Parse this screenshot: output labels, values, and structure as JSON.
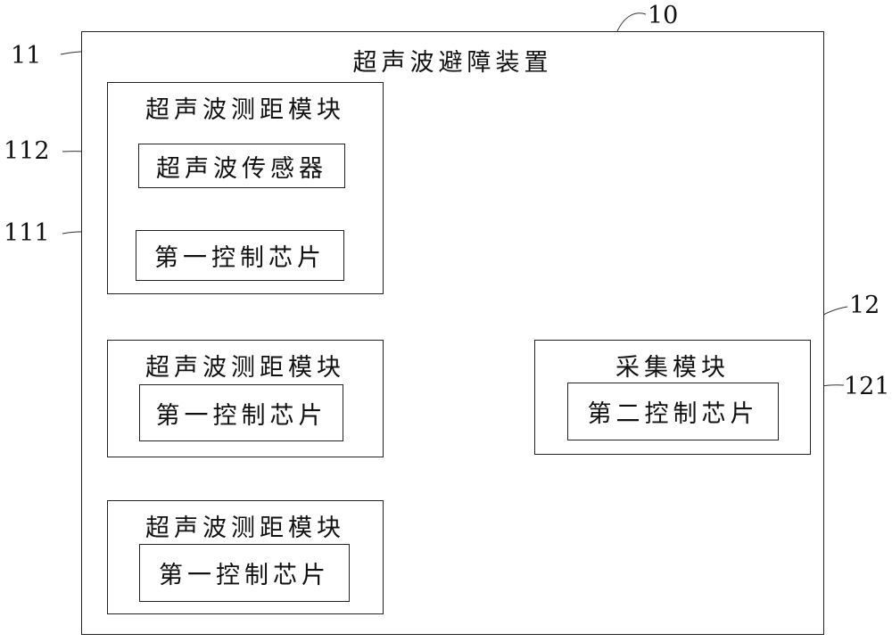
{
  "device": {
    "title": "超声波避障装置",
    "ref": "10"
  },
  "ranging_modules": [
    {
      "title": "超声波测距模块",
      "ref": "11",
      "sensor": {
        "label": "超声波传感器",
        "ref": "112"
      },
      "chip": {
        "label": "第一控制芯片",
        "ref": "111"
      }
    },
    {
      "title": "超声波测距模块",
      "chip": {
        "label": "第一控制芯片"
      }
    },
    {
      "title": "超声波测距模块",
      "chip": {
        "label": "第一控制芯片"
      }
    }
  ],
  "acquisition_module": {
    "title": "采集模块",
    "ref": "12",
    "chip": {
      "label": "第二控制芯片",
      "ref": "121"
    }
  }
}
